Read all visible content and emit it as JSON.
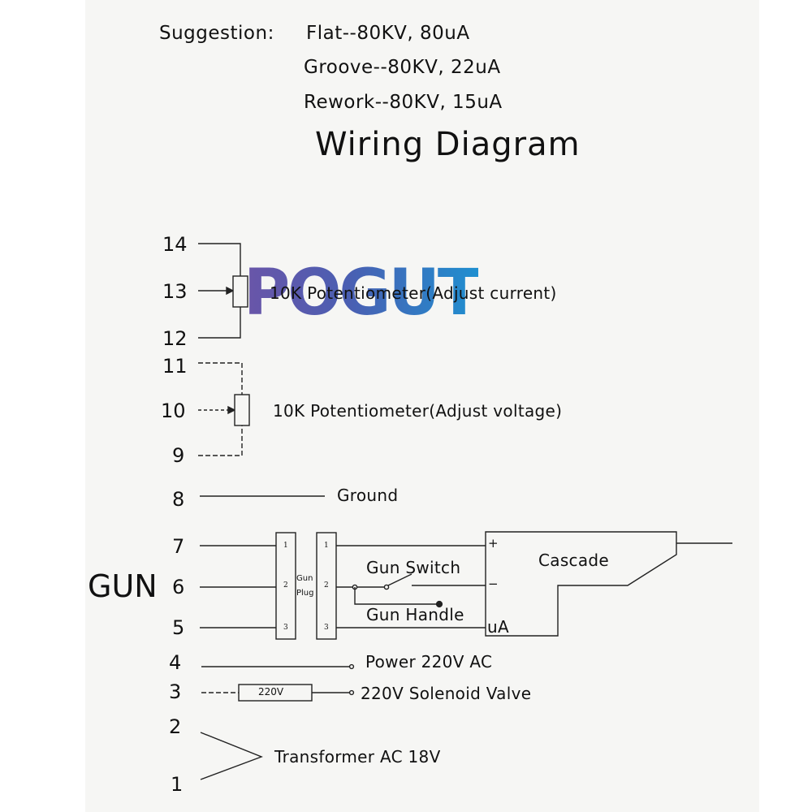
{
  "header": {
    "suggestion_label": "Suggestion:",
    "flat": "Flat--80KV, 80uA",
    "groove": "Groove--80KV, 22uA",
    "rework": "Rework--80KV, 15uA",
    "title": "Wiring Diagram"
  },
  "logo": {
    "text": "POGUT",
    "colors": [
      "#6a55a8",
      "#1f8fd0"
    ]
  },
  "terminals": [
    "14",
    "13",
    "12",
    "11",
    "10",
    "9",
    "8",
    "7",
    "6",
    "5",
    "4",
    "3",
    "2",
    "1"
  ],
  "labels": {
    "pot_current": "10K Potentiometer(Adjust current)",
    "pot_voltage": "10K Potentiometer(Adjust voltage)",
    "ground": "Ground",
    "gun": "GUN",
    "gun_plug_1": "Gun",
    "gun_plug_2": "Plug",
    "gun_switch": "Gun Switch",
    "gun_handle": "Gun Handle",
    "cascade": "Cascade",
    "plus": "+",
    "minus": "−",
    "ua": "uA",
    "power": "Power 220V AC",
    "solenoid_box": "220V",
    "solenoid": "220V Solenoid Valve",
    "transformer": "Transformer AC 18V"
  },
  "plug_pins": {
    "left": [
      "1",
      "2",
      "3"
    ],
    "right": [
      "1",
      "2",
      "3"
    ]
  }
}
